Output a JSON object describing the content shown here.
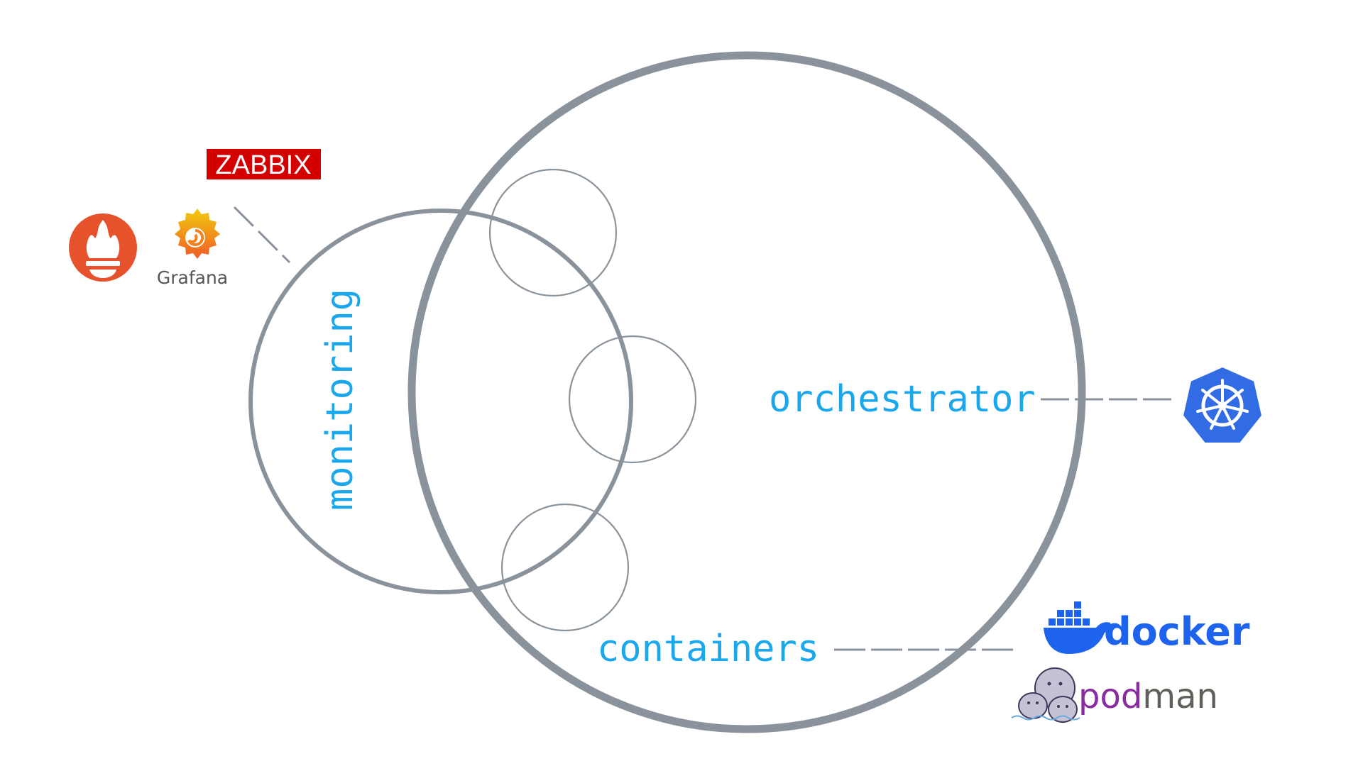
{
  "labels": {
    "monitoring": "monitoring",
    "orchestrator": "orchestrator",
    "containers": "containers"
  },
  "logos": {
    "zabbix": "ZABBIX",
    "grafana": "Grafana",
    "docker": "docker",
    "podman_prefix": "pod",
    "podman_suffix": "man",
    "prometheus_icon": "prometheus-icon",
    "grafana_icon": "grafana-icon",
    "kubernetes_icon": "kubernetes-icon",
    "docker_icon": "docker-whale-icon",
    "podman_icon": "podman-seals-icon"
  },
  "colors": {
    "label": "#1aa7ec",
    "circle_stroke": "#8a939b",
    "zabbix_red": "#d40000",
    "prometheus_orange": "#e6522c",
    "kubernetes_blue": "#326ce5",
    "docker_blue": "#1d63ed",
    "podman_purple": "#892ca0",
    "podman_gray": "#60605b"
  }
}
